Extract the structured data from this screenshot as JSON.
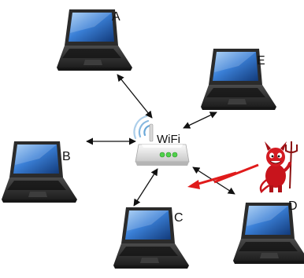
{
  "router": {
    "label": "WiFi",
    "icon": "wifi-router-icon",
    "led_color": "#4fd34a",
    "signal_color": "#6aa8d8"
  },
  "devices": [
    {
      "id": "A",
      "label": "A",
      "icon": "laptop-icon"
    },
    {
      "id": "B",
      "label": "B",
      "icon": "laptop-icon"
    },
    {
      "id": "C",
      "label": "C",
      "icon": "laptop-icon"
    },
    {
      "id": "D",
      "label": "D",
      "icon": "laptop-icon"
    },
    {
      "id": "E",
      "label": "E",
      "icon": "laptop-icon"
    }
  ],
  "connections": [
    {
      "from": "router",
      "to": "A",
      "style": "double-arrow"
    },
    {
      "from": "router",
      "to": "B",
      "style": "double-arrow"
    },
    {
      "from": "router",
      "to": "C",
      "style": "double-arrow"
    },
    {
      "from": "router",
      "to": "D",
      "style": "double-arrow"
    },
    {
      "from": "router",
      "to": "E",
      "style": "double-arrow"
    }
  ],
  "attacker": {
    "icon": "devil-attacker-icon",
    "color": "#c8141c",
    "signal": "lightning-arrow-to-router"
  },
  "colors": {
    "screen": "#3a7fd6",
    "laptop_body": "#2b2b2b",
    "router_body": "#e8e8e8",
    "arrow": "#111111",
    "attack_arrow": "#e01b1b"
  }
}
